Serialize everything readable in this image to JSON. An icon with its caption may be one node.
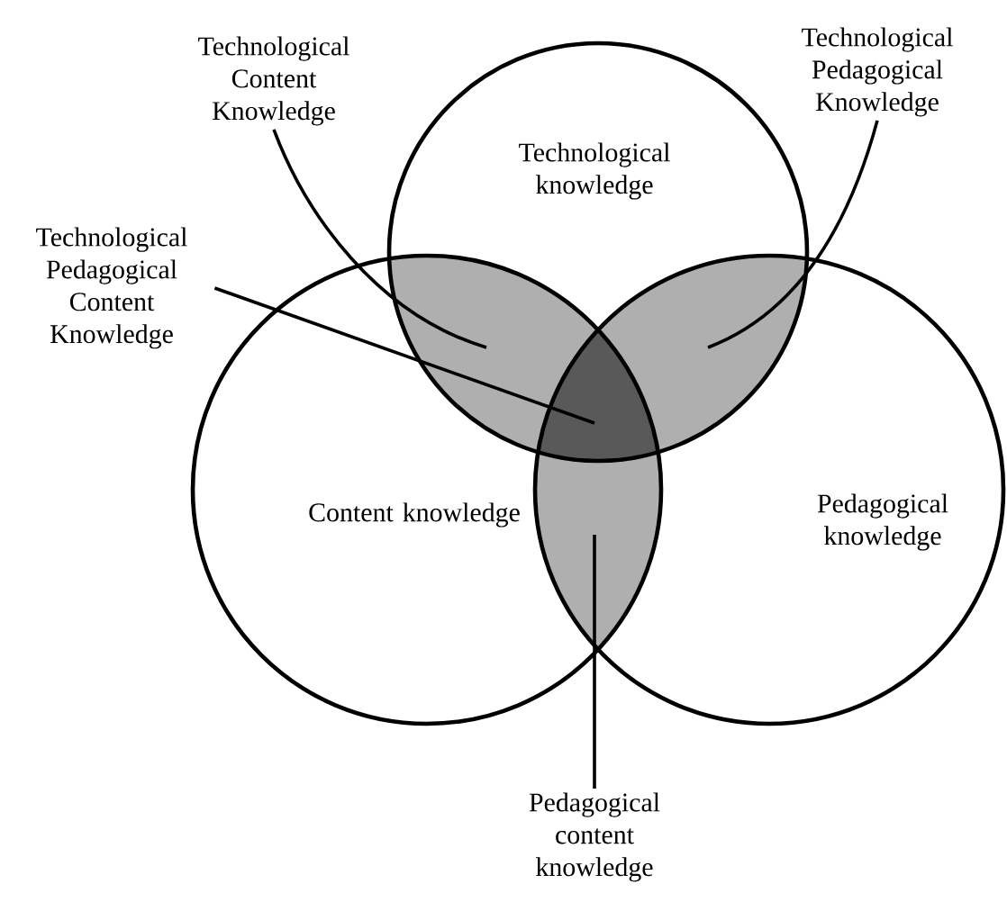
{
  "diagram": {
    "nodes": [
      {
        "text": [
          "Technological knowledge"
        ]
      },
      {
        "text": [
          "Content knowledge"
        ]
      },
      {
        "text": [
          "Pedagogical knowledge"
        ]
      },
      {
        "text": [
          "Technological Content Knowledge"
        ]
      },
      {
        "text": [
          "Technological Pedagogical Knowledge"
        ]
      },
      {
        "text": [
          "Technological Pedagogical Content Knowledge"
        ]
      },
      {
        "text": [
          "Pedagogical content knowledge"
        ]
      },
      {
        "text": [],
        "shape": "lens"
      },
      {
        "text": [],
        "shape": "lens"
      },
      {
        "text": [],
        "shape": "lens"
      },
      {
        "text": [],
        "shape": "lens"
      }
    ],
    "edges": [
      {
        "from": 3,
        "to": 7,
        "arrow": "none"
      },
      {
        "from": 4,
        "to": 8,
        "arrow": "none"
      },
      {
        "from": 5,
        "to": 9,
        "arrow": "none"
      },
      {
        "from": 6,
        "to": 10,
        "arrow": "none"
      }
    ]
  }
}
